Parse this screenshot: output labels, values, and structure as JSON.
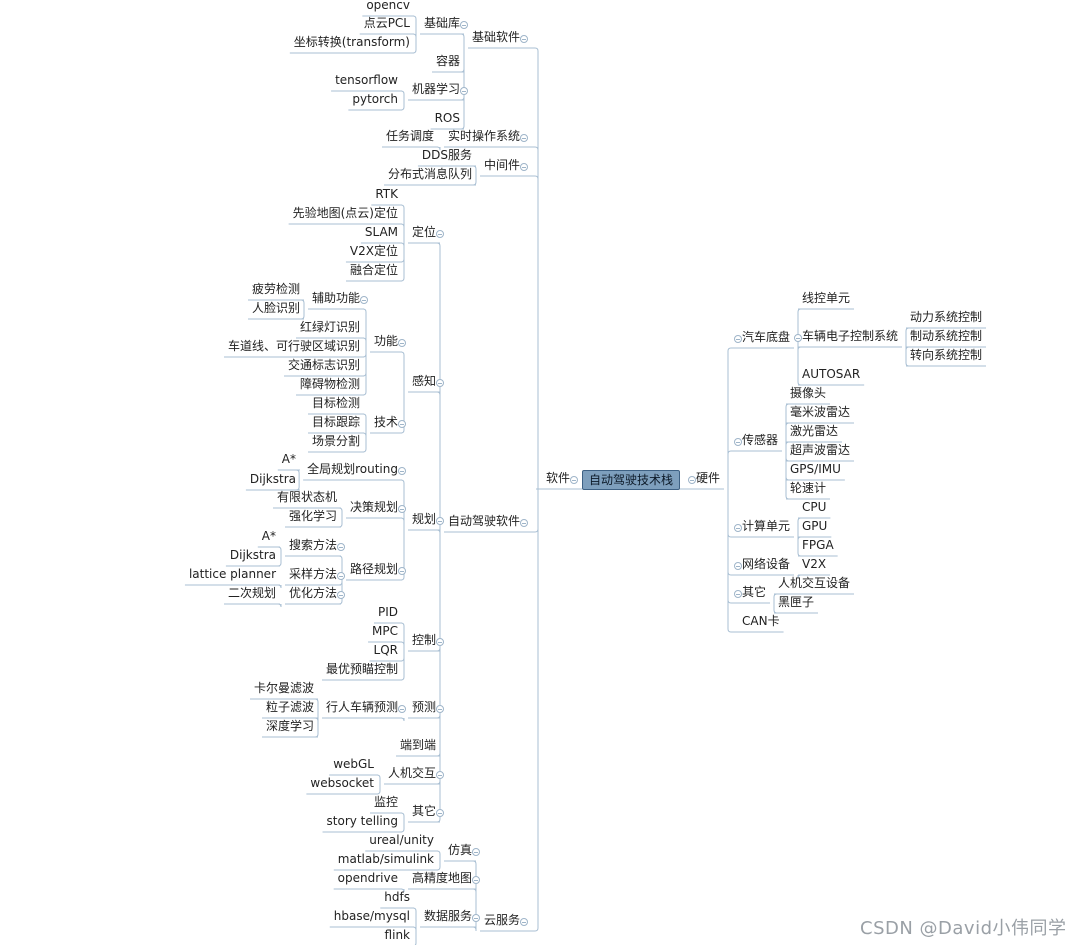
{
  "root": "自动驾驶技术栈",
  "watermark": "CSDN @David小伟同学",
  "left": [
    {
      "name": "软件",
      "children": [
        {
          "name": "基础软件",
          "children": [
            {
              "name": "基础库",
              "children": [
                {
                  "name": "opencv"
                },
                {
                  "name": "点云PCL"
                },
                {
                  "name": "坐标转换(transform)"
                }
              ]
            },
            {
              "name": "容器"
            },
            {
              "name": "机器学习",
              "children": [
                {
                  "name": "tensorflow"
                },
                {
                  "name": "pytorch"
                }
              ]
            },
            {
              "name": "ROS"
            }
          ]
        },
        {
          "name": "实时操作系统",
          "children": [
            {
              "name": "任务调度"
            }
          ]
        },
        {
          "name": "中间件",
          "children": [
            {
              "name": "DDS服务"
            },
            {
              "name": "分布式消息队列"
            }
          ]
        },
        {
          "name": "自动驾驶软件",
          "children": [
            {
              "name": "定位",
              "children": [
                {
                  "name": "RTK"
                },
                {
                  "name": "先验地图(点云)定位"
                },
                {
                  "name": "SLAM"
                },
                {
                  "name": "V2X定位"
                },
                {
                  "name": "融合定位"
                }
              ]
            },
            {
              "name": "感知",
              "children": [
                {
                  "name": "功能",
                  "children": [
                    {
                      "name": "辅助功能",
                      "children": [
                        {
                          "name": "疲劳检测"
                        },
                        {
                          "name": "人脸识别"
                        }
                      ]
                    },
                    {
                      "name": "红绿灯识别"
                    },
                    {
                      "name": "车道线、可行驶区域识别"
                    },
                    {
                      "name": "交通标志识别"
                    },
                    {
                      "name": "障碍物检测"
                    }
                  ]
                },
                {
                  "name": "技术",
                  "children": [
                    {
                      "name": "目标检测"
                    },
                    {
                      "name": "目标跟踪"
                    },
                    {
                      "name": "场景分割"
                    }
                  ]
                }
              ]
            },
            {
              "name": "规划",
              "children": [
                {
                  "name": "全局规划routing",
                  "children": [
                    {
                      "name": "A*"
                    },
                    {
                      "name": "Dijkstra"
                    }
                  ]
                },
                {
                  "name": "决策规划",
                  "children": [
                    {
                      "name": "有限状态机"
                    },
                    {
                      "name": "强化学习"
                    }
                  ]
                },
                {
                  "name": "路径规划",
                  "children": [
                    {
                      "name": "搜索方法",
                      "children": [
                        {
                          "name": "A*"
                        },
                        {
                          "name": "Dijkstra"
                        }
                      ]
                    },
                    {
                      "name": "采样方法",
                      "children": [
                        {
                          "name": "lattice planner"
                        }
                      ]
                    },
                    {
                      "name": "优化方法",
                      "children": [
                        {
                          "name": "二次规划"
                        }
                      ]
                    }
                  ]
                }
              ]
            },
            {
              "name": "控制",
              "children": [
                {
                  "name": "PID"
                },
                {
                  "name": "MPC"
                },
                {
                  "name": "LQR"
                },
                {
                  "name": "最优预瞄控制"
                }
              ]
            },
            {
              "name": "预测",
              "children": [
                {
                  "name": "行人车辆预测",
                  "children": [
                    {
                      "name": "卡尔曼滤波"
                    },
                    {
                      "name": "粒子滤波"
                    },
                    {
                      "name": "深度学习"
                    }
                  ]
                }
              ]
            },
            {
              "name": "端到端"
            },
            {
              "name": "人机交互",
              "children": [
                {
                  "name": "webGL"
                },
                {
                  "name": "websocket"
                }
              ]
            },
            {
              "name": "其它",
              "children": [
                {
                  "name": "监控"
                },
                {
                  "name": "story telling"
                }
              ]
            }
          ]
        },
        {
          "name": "云服务",
          "children": [
            {
              "name": "仿真",
              "children": [
                {
                  "name": "ureal/unity"
                },
                {
                  "name": "matlab/simulink"
                }
              ]
            },
            {
              "name": "高精度地图",
              "children": [
                {
                  "name": "opendrive"
                }
              ]
            },
            {
              "name": "数据服务",
              "children": [
                {
                  "name": "hdfs"
                },
                {
                  "name": "hbase/mysql"
                },
                {
                  "name": "flink"
                }
              ]
            }
          ]
        }
      ]
    }
  ],
  "right": [
    {
      "name": "硬件",
      "children": [
        {
          "name": "汽车底盘",
          "children": [
            {
              "name": "线控单元"
            },
            {
              "name": "车辆电子控制系统",
              "children": [
                {
                  "name": "动力系统控制"
                },
                {
                  "name": "制动系统控制"
                },
                {
                  "name": "转向系统控制"
                }
              ]
            },
            {
              "name": "AUTOSAR"
            }
          ]
        },
        {
          "name": "传感器",
          "children": [
            {
              "name": "摄像头"
            },
            {
              "name": "毫米波雷达"
            },
            {
              "name": "激光雷达"
            },
            {
              "name": "超声波雷达"
            },
            {
              "name": "GPS/IMU"
            },
            {
              "name": "轮速计"
            }
          ]
        },
        {
          "name": "计算单元",
          "children": [
            {
              "name": "CPU"
            },
            {
              "name": "GPU"
            },
            {
              "name": "FPGA"
            }
          ]
        },
        {
          "name": "网络设备",
          "children": [
            {
              "name": "V2X"
            }
          ]
        },
        {
          "name": "其它",
          "children": [
            {
              "name": "人机交互设备"
            },
            {
              "name": "黑匣子"
            }
          ]
        },
        {
          "name": "CAN卡"
        }
      ]
    }
  ]
}
